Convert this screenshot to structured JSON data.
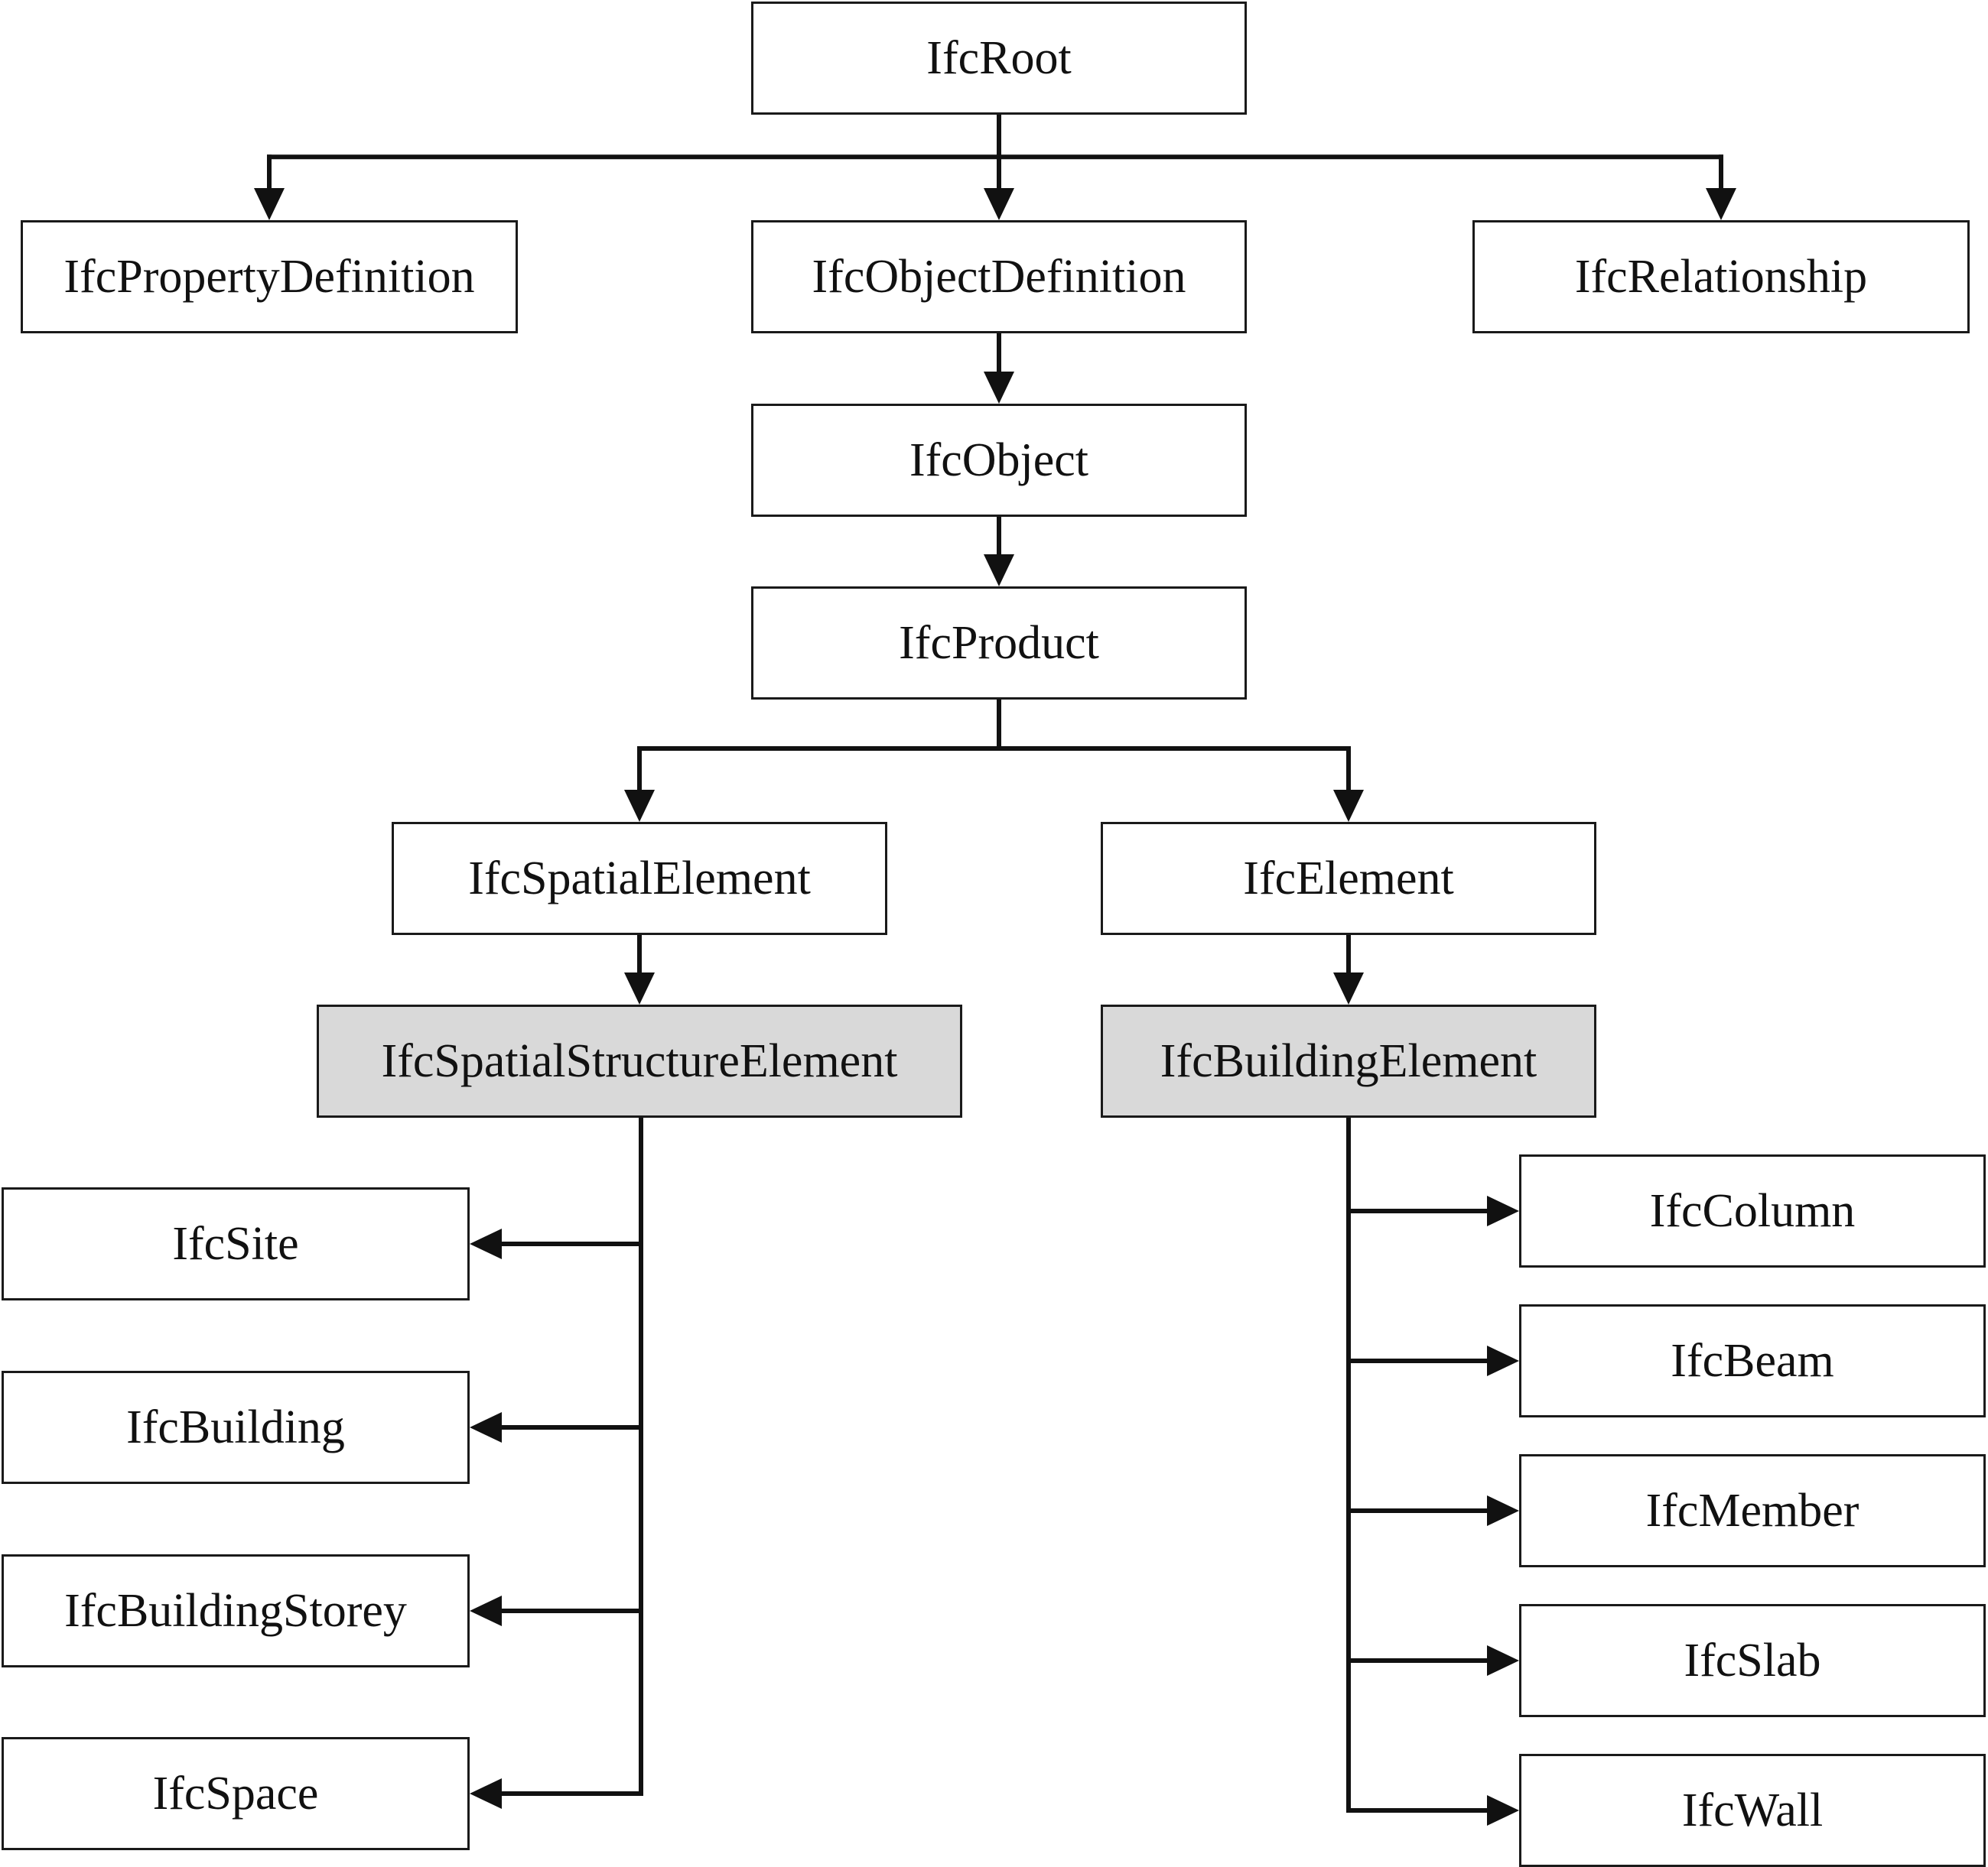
{
  "colors": {
    "line": "#111111",
    "highlight_fill": "#d9d9d9",
    "node_fill": "#ffffff"
  },
  "nodes": {
    "root": "IfcRoot",
    "property_definition": "IfcPropertyDefinition",
    "object_definition": "IfcObjectDefinition",
    "relationship": "IfcRelationship",
    "object": "IfcObject",
    "product": "IfcProduct",
    "spatial_element": "IfcSpatialElement",
    "element": "IfcElement",
    "spatial_structure_element": "IfcSpatialStructureElement",
    "building_element": "IfcBuildingElement",
    "site": "IfcSite",
    "building": "IfcBuilding",
    "building_storey": "IfcBuildingStorey",
    "space": "IfcSpace",
    "column": "IfcColumn",
    "beam": "IfcBeam",
    "member": "IfcMember",
    "slab": "IfcSlab",
    "wall": "IfcWall"
  },
  "highlighted": [
    "spatial_structure_element",
    "building_element"
  ],
  "edges": [
    [
      "root",
      "property_definition"
    ],
    [
      "root",
      "object_definition"
    ],
    [
      "root",
      "relationship"
    ],
    [
      "object_definition",
      "object"
    ],
    [
      "object",
      "product"
    ],
    [
      "product",
      "spatial_element"
    ],
    [
      "product",
      "element"
    ],
    [
      "spatial_element",
      "spatial_structure_element"
    ],
    [
      "element",
      "building_element"
    ],
    [
      "spatial_structure_element",
      "site"
    ],
    [
      "spatial_structure_element",
      "building"
    ],
    [
      "spatial_structure_element",
      "building_storey"
    ],
    [
      "spatial_structure_element",
      "space"
    ],
    [
      "building_element",
      "column"
    ],
    [
      "building_element",
      "beam"
    ],
    [
      "building_element",
      "member"
    ],
    [
      "building_element",
      "slab"
    ],
    [
      "building_element",
      "wall"
    ]
  ]
}
